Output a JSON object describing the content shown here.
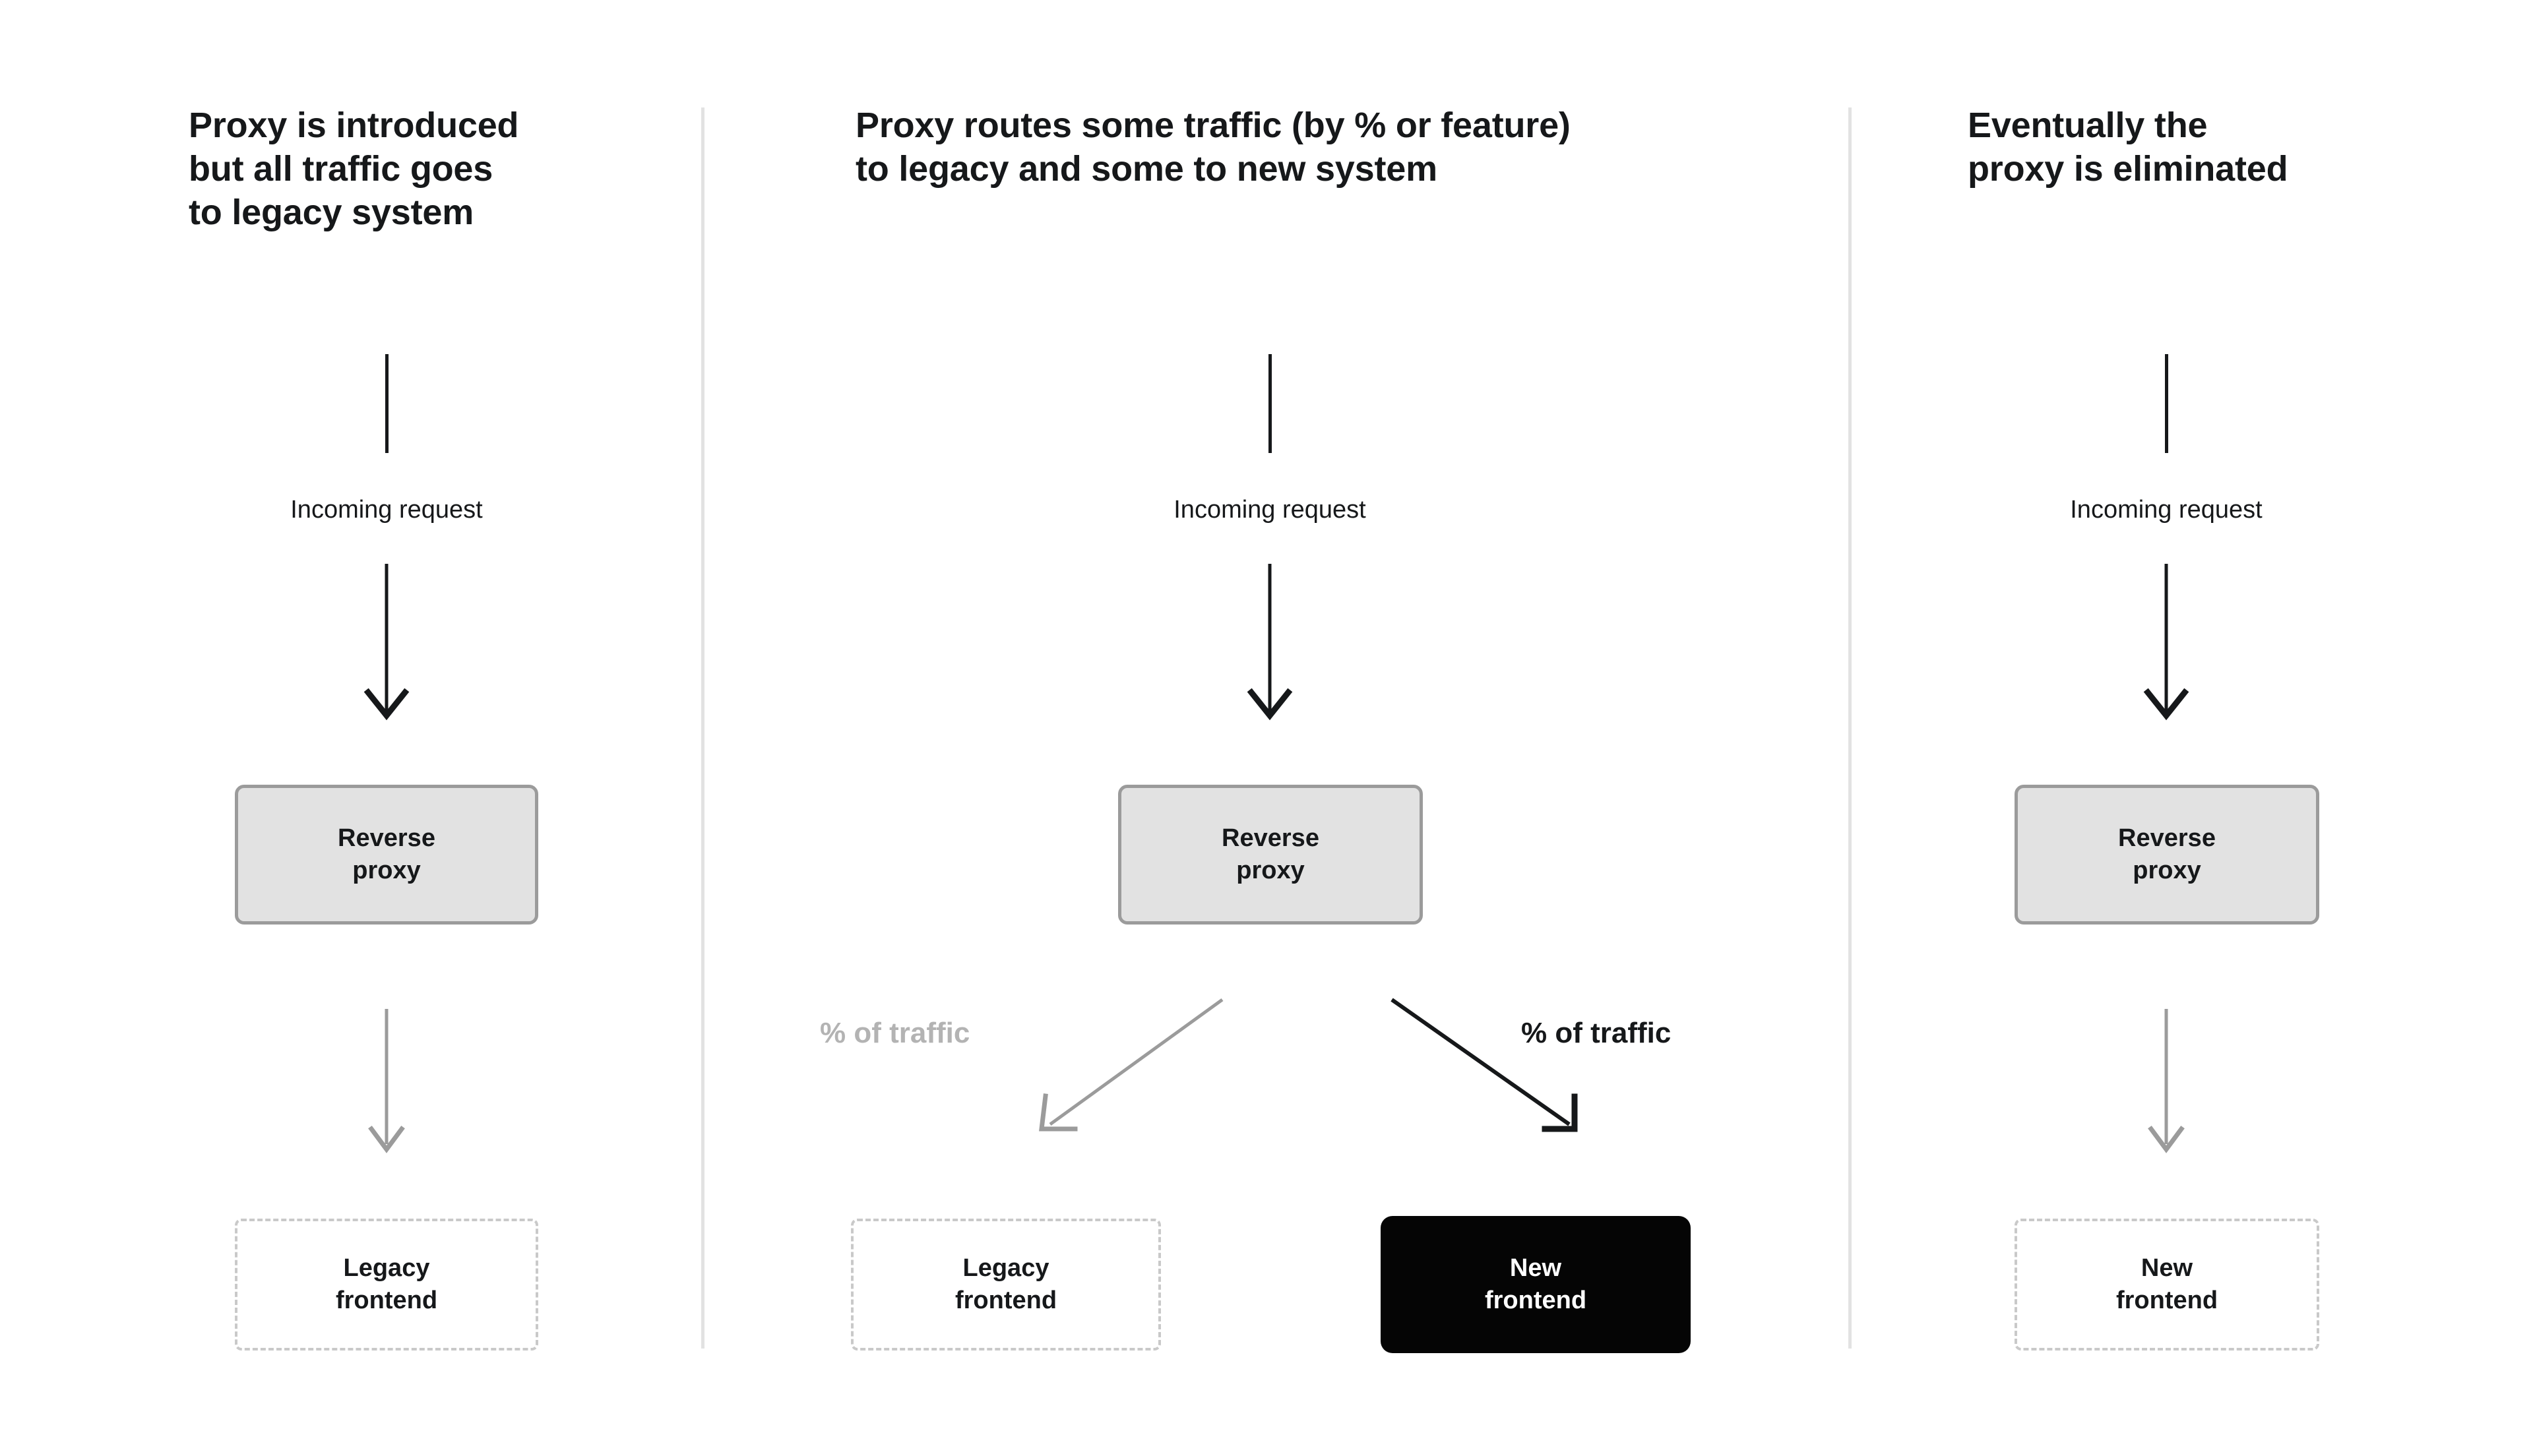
{
  "diagram": {
    "title_sequence": [
      "Proxy is introduced but all traffic goes to legacy system",
      "Proxy routes some traffic (by % or feature) to legacy and some to new system",
      "Eventually the proxy is eliminated"
    ],
    "colors": {
      "background": "#ffffff",
      "text": "#16181a",
      "divider": "#e2e2e2",
      "proxy_fill": "#e2e2e2",
      "proxy_border": "#9b9b9b",
      "dashed_border": "#c9c9c9",
      "muted_text": "#b3b3b3",
      "dark_fill": "#050505",
      "dark_text": "#ffffff",
      "arrow_dark": "#16181a",
      "arrow_muted": "#9b9b9b"
    }
  },
  "columns": [
    {
      "id": "stage-1",
      "heading": "Proxy is introduced\nbut all traffic goes\nto legacy system",
      "incoming_label": "Incoming request",
      "proxy": {
        "label": "Reverse\nproxy"
      },
      "target": {
        "label": "Legacy\nfrontend"
      }
    },
    {
      "id": "stage-2",
      "heading": "Proxy routes some traffic (by % or feature)\nto legacy and some to new system",
      "incoming_label": "Incoming request",
      "proxy": {
        "label": "Reverse\nproxy"
      },
      "branch_left": {
        "traffic_label": "% of traffic",
        "target": {
          "label": "Legacy\nfrontend"
        }
      },
      "branch_right": {
        "traffic_label": "% of traffic",
        "target": {
          "label": "New\nfrontend"
        }
      }
    },
    {
      "id": "stage-3",
      "heading": "Eventually the\nproxy is eliminated",
      "incoming_label": "Incoming request",
      "proxy": {
        "label": "Reverse\nproxy"
      },
      "target": {
        "label": "New\nfrontend"
      }
    }
  ]
}
